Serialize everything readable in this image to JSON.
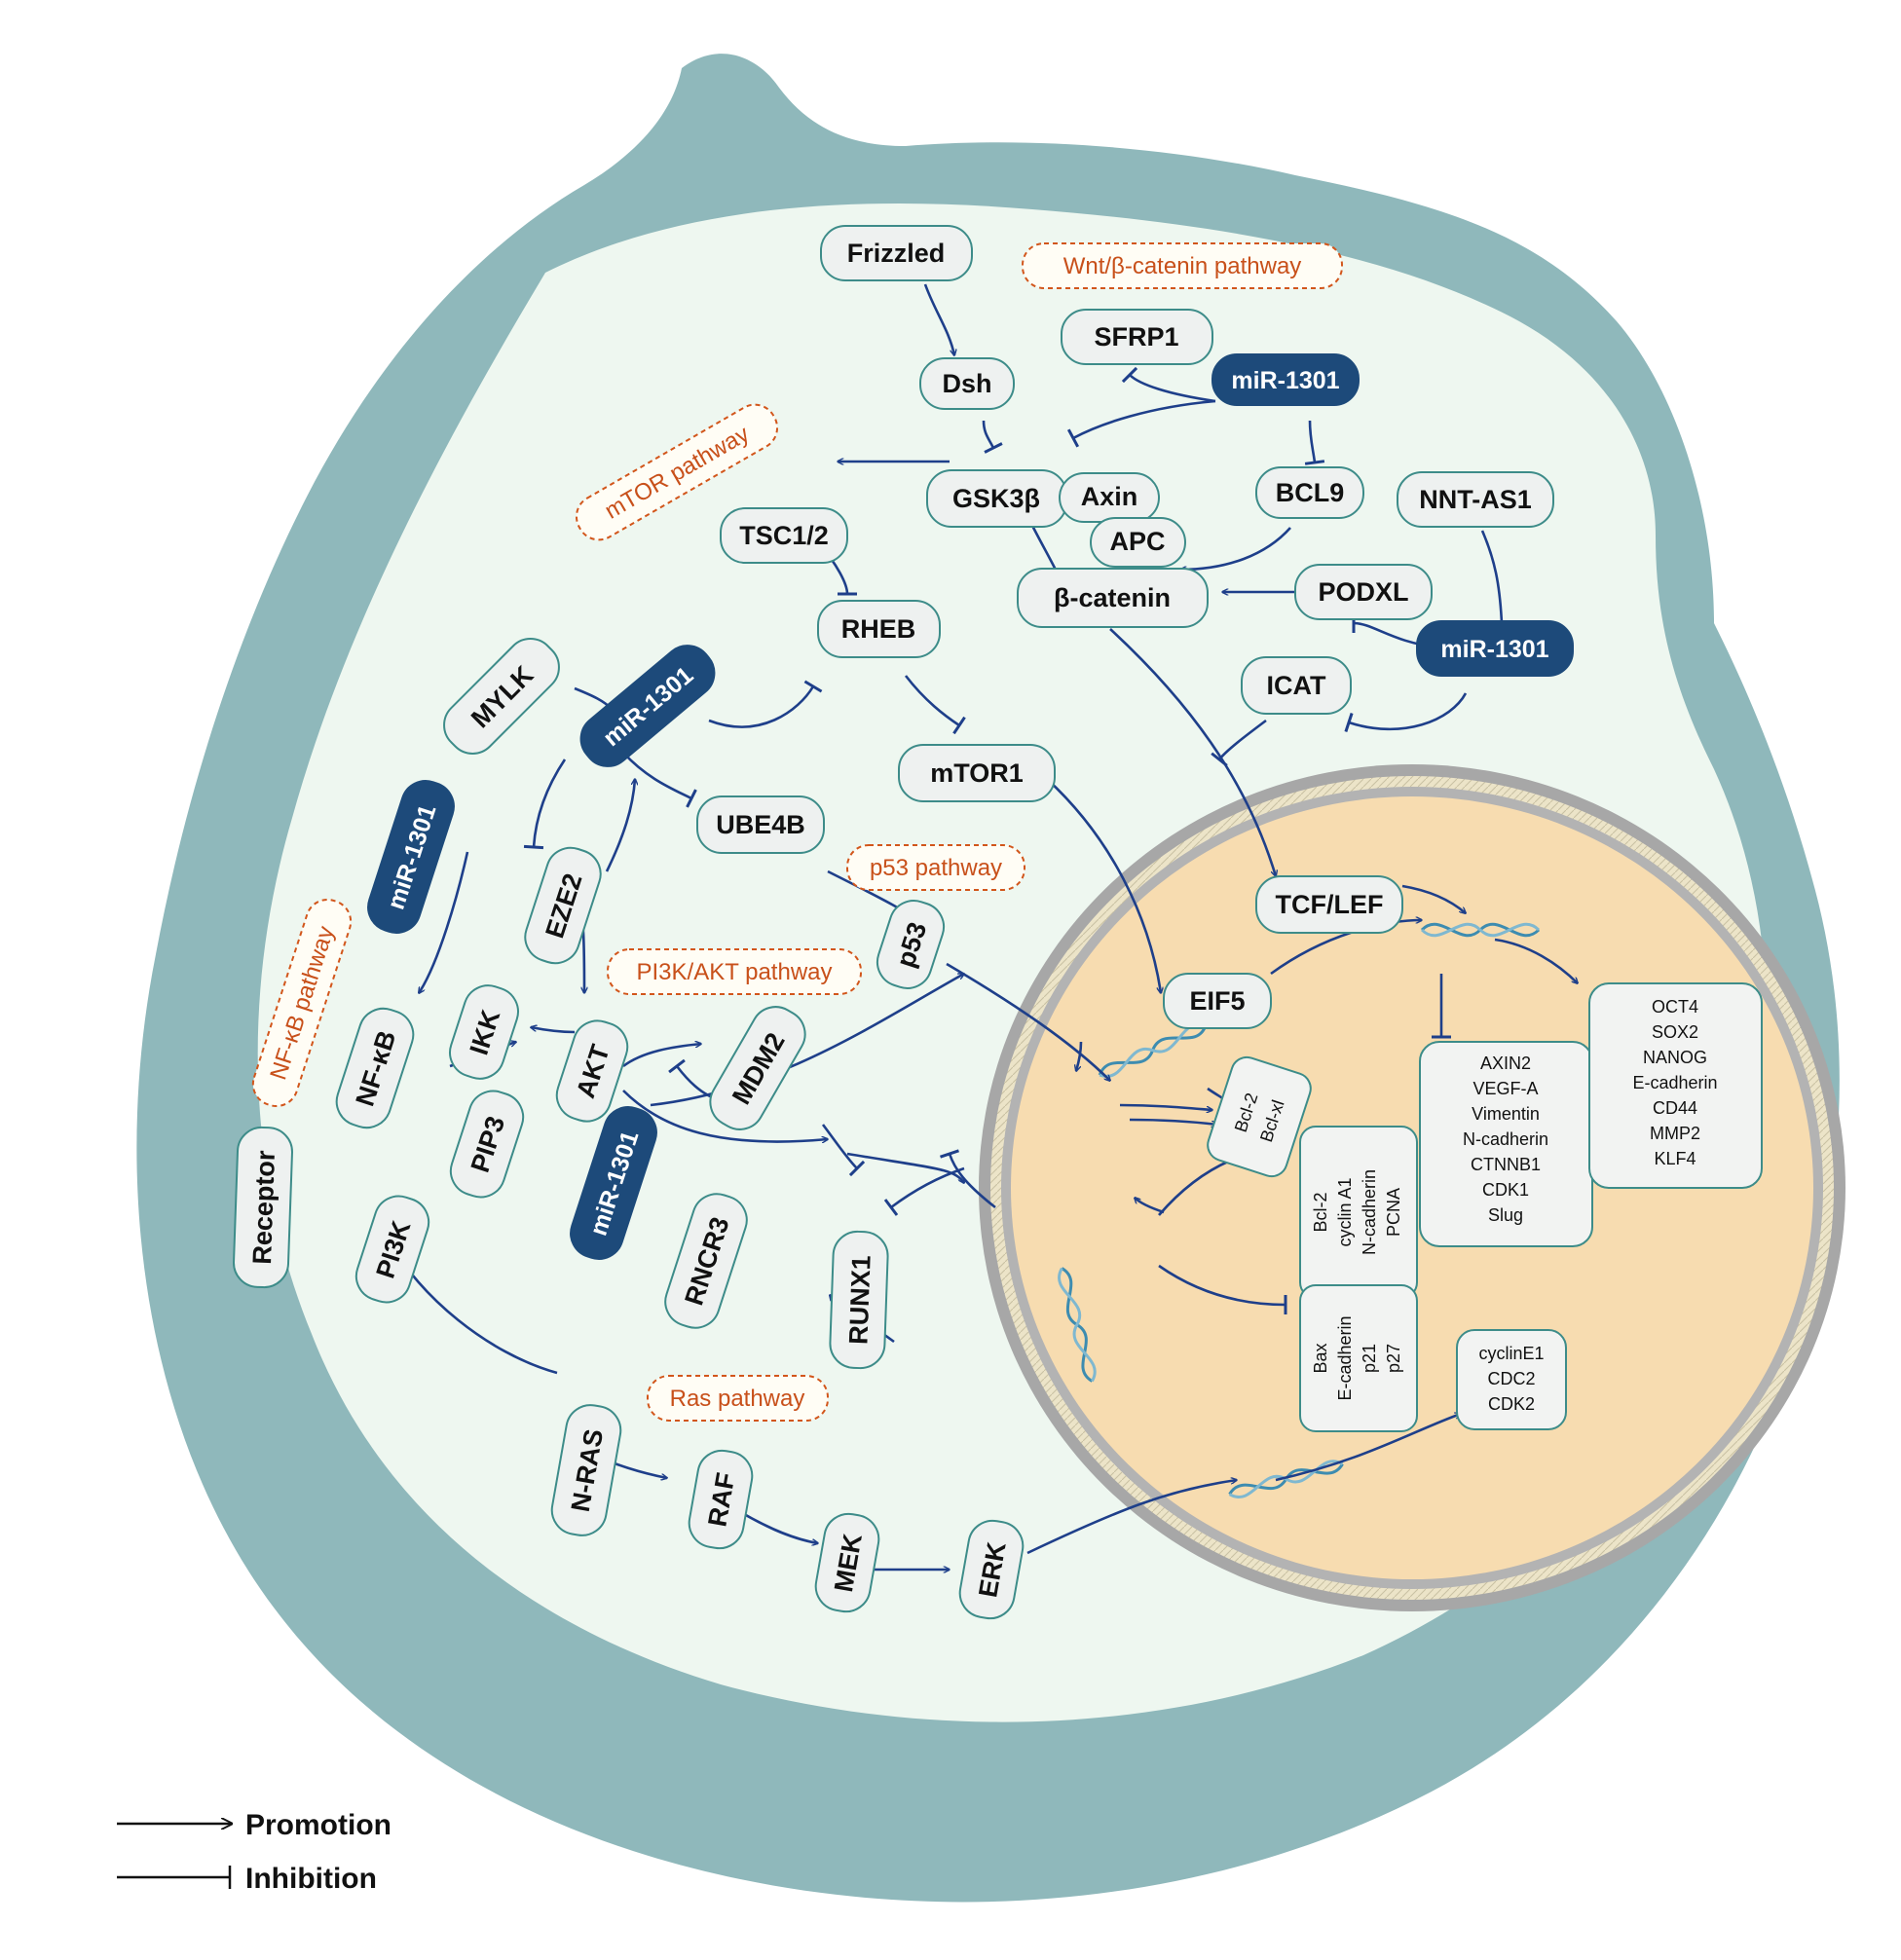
{
  "pathways": {
    "wnt": "Wnt/β-catenin pathway",
    "mtor": "mTOR pathway",
    "p53": "p53 pathway",
    "pi3k": "PI3K/AKT pathway",
    "nfkb": "NF-κB pathway",
    "ras": "Ras pathway"
  },
  "nodes": {
    "frizzled": "Frizzled",
    "dsh": "Dsh",
    "sfrp1": "SFRP1",
    "mir1301": "miR-1301",
    "gsk3b": "GSK3β",
    "axin": "Axin",
    "apc": "APC",
    "bcl9": "BCL9",
    "nntas1": "NNT-AS1",
    "tsc12": "TSC1/2",
    "rheb": "RHEB",
    "bcatenin": "β-catenin",
    "podxl": "PODXL",
    "icat": "ICAT",
    "mylk": "MYLK",
    "ube4b": "UBE4B",
    "mtor1": "mTOR1",
    "eze2": "EZE2",
    "p53": "p53",
    "tcflef": "TCF/LEF",
    "nfkb": "NF-κB",
    "ikk": "IKK",
    "akt": "AKT",
    "mdm2": "MDM2",
    "eif5": "EIF5",
    "pip3": "PIP3",
    "receptor": "Receptor",
    "pi3k": "PI3K",
    "rncr3": "RNCR3",
    "runx1": "RUNX1",
    "nras": "N-RAS",
    "raf": "RAF",
    "mek": "MEK",
    "erk": "ERK"
  },
  "gene_boxes": {
    "bcl2_bclxl": [
      "Bcl-2",
      "Bcl-xl"
    ],
    "bcl2_group": [
      "Bcl-2",
      "cyclin A1",
      "N-cadherin",
      "PCNA"
    ],
    "bax_group": [
      "Bax",
      "E-cadherin",
      "p21",
      "p27"
    ],
    "axin2_group": [
      "AXIN2",
      "VEGF-A",
      "Vimentin",
      "N-cadherin",
      "CTNNB1",
      "CDK1",
      "Slug"
    ],
    "oct4_group": [
      "OCT4",
      "SOX2",
      "NANOG",
      "E-cadherin",
      "CD44",
      "MMP2",
      "KLF4"
    ],
    "cyclin_group": [
      "cyclinE1",
      "CDC2",
      "CDK2"
    ]
  },
  "legend": {
    "promotion": "Promotion",
    "inhibition": "Inhibition"
  },
  "colors": {
    "cell_membrane": "#8fb8bb",
    "cytoplasm": "#eef7f0",
    "nucleus": "#f7dcb0",
    "nuclear_envelope": "#a7a7a7",
    "arrow": "#1e3f8a",
    "mirna": "#1d4a7a",
    "pathway_label": "#c8501a",
    "node_border": "#3d8c89"
  }
}
